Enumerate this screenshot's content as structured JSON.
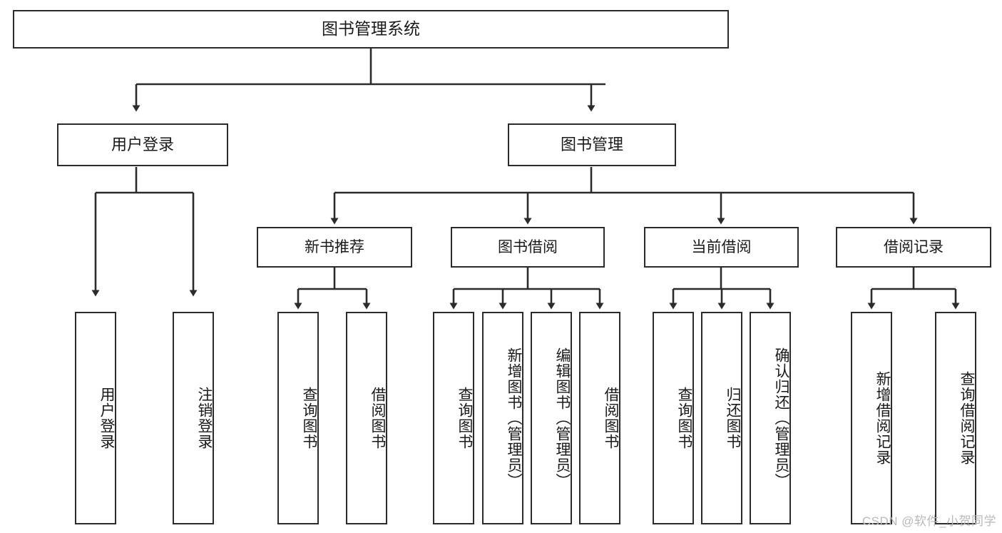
{
  "diagram": {
    "title": "图书管理系统",
    "type": "tree",
    "watermark": "CSDN @软件_小贺同学",
    "colors": {
      "box_border": "#2b2b2b",
      "box_fill": "#ffffff",
      "connector": "#2b2b2b",
      "text": "#1a1a1a",
      "watermark": "#b9b9b9"
    },
    "root": {
      "label": "图书管理系统"
    },
    "level1": [
      {
        "label": "用户登录"
      },
      {
        "label": "图书管理"
      }
    ],
    "level2": [
      {
        "label": "新书推荐"
      },
      {
        "label": "图书借阅"
      },
      {
        "label": "当前借阅"
      },
      {
        "label": "借阅记录"
      }
    ],
    "leaves": {
      "user_login": [
        {
          "label": "用户登录"
        },
        {
          "label": "注销登录"
        }
      ],
      "new_book_recommend": [
        {
          "label": "查询图书"
        },
        {
          "label": "借阅图书"
        }
      ],
      "book_borrow": [
        {
          "label": "查询图书"
        },
        {
          "label": "新增图书（管理员）"
        },
        {
          "label": "编辑图书（管理员）"
        },
        {
          "label": "借阅图书"
        }
      ],
      "current_borrow": [
        {
          "label": "查询图书"
        },
        {
          "label": "归还图书"
        },
        {
          "label": "确认归还（管理员）"
        }
      ],
      "borrow_record": [
        {
          "label": "新增借阅记录"
        },
        {
          "label": "查询借阅记录"
        }
      ]
    }
  }
}
